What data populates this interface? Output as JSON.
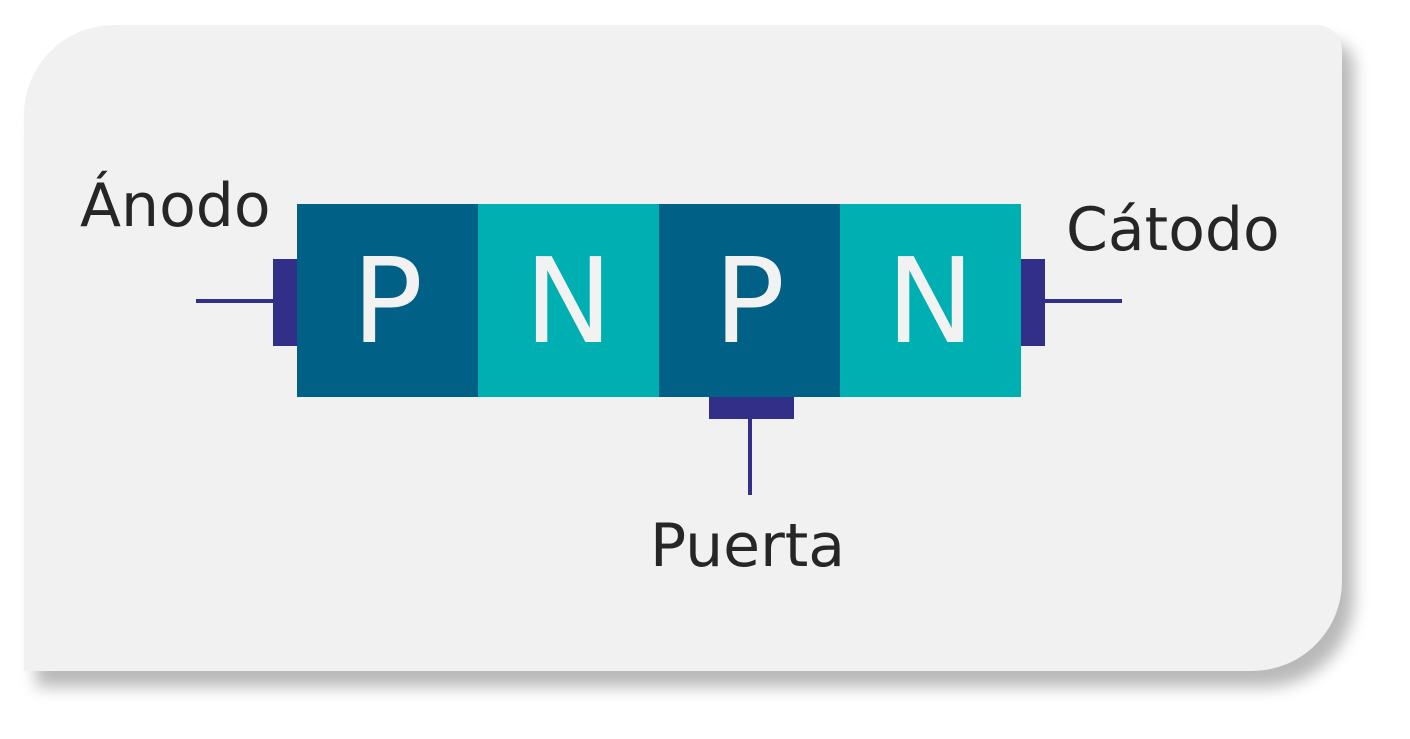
{
  "diagram": {
    "regions": [
      {
        "letter": "P",
        "color": "#006086"
      },
      {
        "letter": "N",
        "color": "#00afb1"
      },
      {
        "letter": "P",
        "color": "#006086"
      },
      {
        "letter": "N",
        "color": "#00afb1"
      }
    ],
    "labels": {
      "anode": "Ánodo",
      "cathode": "Cátodo",
      "gate": "Puerta"
    },
    "colors": {
      "terminal": "#312f88",
      "background": "#f1f1f1",
      "letter": "#f2f2f2",
      "label_text": "#262626"
    }
  }
}
